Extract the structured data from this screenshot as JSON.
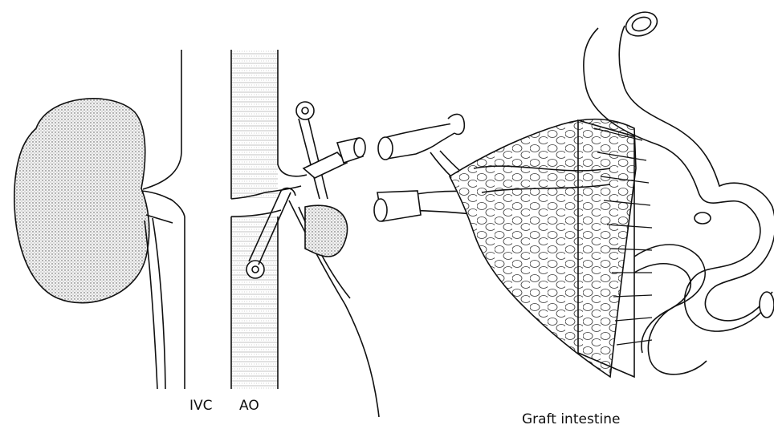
{
  "labels": {
    "ivc": "IVC",
    "ao": "AO",
    "graft": "Graft intestine"
  },
  "colors": {
    "ink": "#111111",
    "paper": "#ffffff",
    "stipple": "#e4e4e4"
  }
}
